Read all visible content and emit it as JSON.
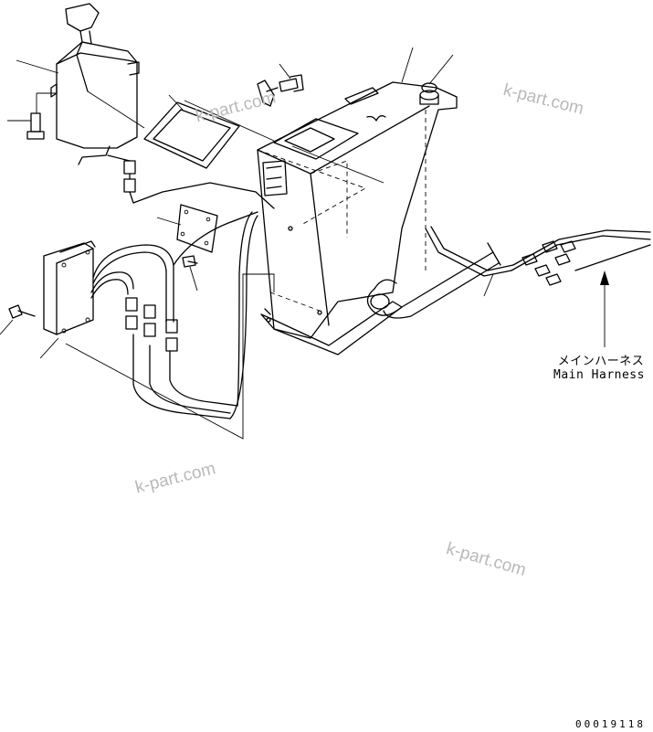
{
  "watermarks": [
    "k-part.com",
    "k-part.com",
    "k-part.com",
    "k-part.com"
  ],
  "callout": {
    "jp": "メインハーネス",
    "en": "Main Harness"
  },
  "doc_number": "00019118"
}
